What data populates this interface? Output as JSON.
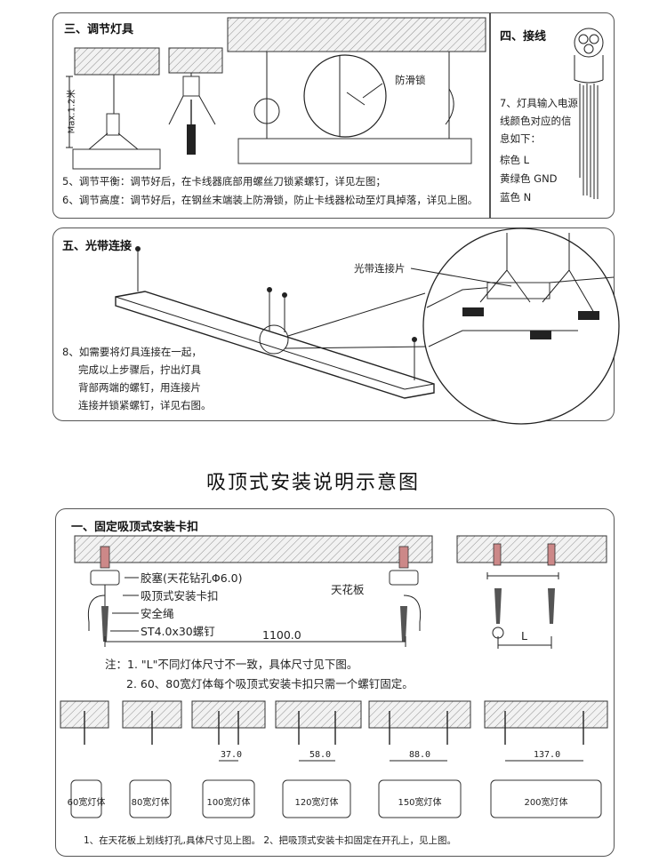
{
  "sec3": {
    "title": "三、调节灯具",
    "max_label": "Max.1.2米",
    "anti_slip": "防滑锁",
    "step5": "5、调节平衡：调节好后，在卡线器底部用螺丝刀锁紧螺钉，详见左图；",
    "step6": "6、调节高度：调节好后，在钢丝末端装上防滑锁，防止卡线器松动至灯具掉落，详见上图。"
  },
  "sec4": {
    "title": "四、接线",
    "lines": [
      "7、灯具输入电源",
      "线颜色对应的信",
      "息如下：",
      "棕色 L",
      "黄绿色 GND",
      "蓝色 N"
    ]
  },
  "sec5": {
    "title": "五、光带连接",
    "connector": "光带连接片",
    "lines": [
      "8、如需要将灯具连接在一起，",
      "完成以上步骤后，拧出灯具",
      "背部两端的螺钉，用连接片",
      "连接并锁紧螺钉，详见右图。"
    ]
  },
  "main_title": "吸顶式安装说明示意图",
  "sec1": {
    "title": "一、固定吸顶式安装卡扣",
    "labels": [
      "胶塞(天花钻孔Φ6.0)",
      "吸顶式安装卡扣",
      "安全绳",
      "ST4.0x30螺钉"
    ],
    "ceiling": "天花板",
    "length": "1100.0",
    "l_label": "L",
    "notes": [
      "注：1. \"L\"不同灯体尺寸不一致，具体尺寸见下图。",
      "2. 60、80宽灯体每个吸顶式安装卡扣只需一个螺钉固定。"
    ],
    "widths": [
      {
        "label": "60宽灯体",
        "dim": ""
      },
      {
        "label": "80宽灯体",
        "dim": ""
      },
      {
        "label": "100宽灯体",
        "dim": "37.0"
      },
      {
        "label": "120宽灯体",
        "dim": "58.0"
      },
      {
        "label": "150宽灯体",
        "dim": "88.0"
      },
      {
        "label": "200宽灯体",
        "dim": "137.0"
      }
    ],
    "footer": "1、在天花板上划线打孔,具体尺寸见上图。 2、把吸顶式安装卡扣固定在开孔上，见上图。"
  }
}
